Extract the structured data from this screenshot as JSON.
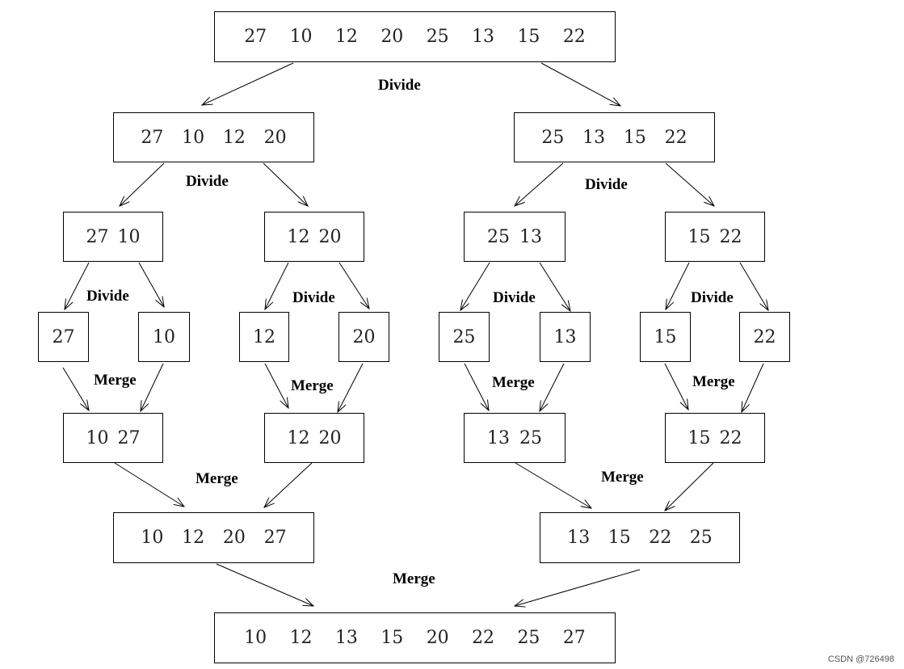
{
  "boxes": {
    "root": [
      "27",
      "10",
      "12",
      "20",
      "25",
      "13",
      "15",
      "22"
    ],
    "l1_left": [
      "27",
      "10",
      "12",
      "20"
    ],
    "l1_right": [
      "25",
      "13",
      "15",
      "22"
    ],
    "l2_a": [
      "27",
      "10"
    ],
    "l2_b": [
      "12",
      "20"
    ],
    "l2_c": [
      "25",
      "13"
    ],
    "l2_d": [
      "15",
      "22"
    ],
    "leaf_1": [
      "27"
    ],
    "leaf_2": [
      "10"
    ],
    "leaf_3": [
      "12"
    ],
    "leaf_4": [
      "20"
    ],
    "leaf_5": [
      "25"
    ],
    "leaf_6": [
      "13"
    ],
    "leaf_7": [
      "15"
    ],
    "leaf_8": [
      "22"
    ],
    "m1_a": [
      "10",
      "27"
    ],
    "m1_b": [
      "12",
      "20"
    ],
    "m1_c": [
      "13",
      "25"
    ],
    "m1_d": [
      "15",
      "22"
    ],
    "m2_left": [
      "10",
      "12",
      "20",
      "27"
    ],
    "m2_right": [
      "13",
      "15",
      "22",
      "25"
    ],
    "final": [
      "10",
      "12",
      "13",
      "15",
      "20",
      "22",
      "25",
      "27"
    ]
  },
  "labels": {
    "divide_top": "Divide",
    "divide_l1_left": "Divide",
    "divide_l1_right": "Divide",
    "divide_a": "Divide",
    "divide_b": "Divide",
    "divide_c": "Divide",
    "divide_d": "Divide",
    "merge_a": "Merge",
    "merge_b": "Merge",
    "merge_c": "Merge",
    "merge_d": "Merge",
    "merge_left": "Merge",
    "merge_right": "Merge",
    "merge_final": "Merge"
  },
  "watermark": "CSDN @726498"
}
